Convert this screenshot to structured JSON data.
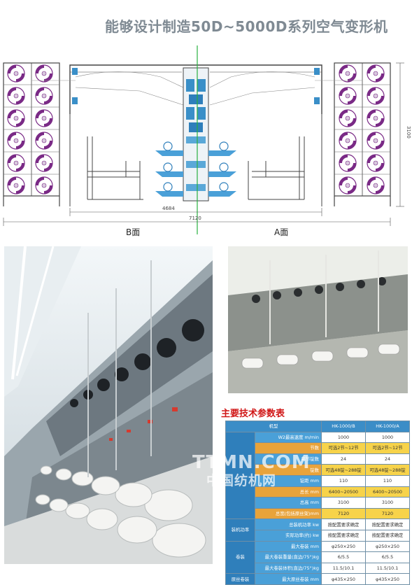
{
  "title": "能够设计制造50D~5000D系列空气变形机",
  "diagram": {
    "side_b_label": "B面",
    "side_a_label": "A面",
    "dim_inner": "4684",
    "dim_total": "7120",
    "dim_height": "3100"
  },
  "spec": {
    "title": "主要技术参数表",
    "header": [
      "机型",
      "HK-1000/B",
      "HK-1000/A"
    ],
    "rows": [
      {
        "group": "",
        "label": "W2最高速度 m/min",
        "b": "1000",
        "a": "1000",
        "hl": false
      },
      {
        "group": "",
        "label": "节数",
        "b": "可选2节~12节",
        "a": "可选2节~12节",
        "hl": true
      },
      {
        "group": "",
        "label": "每节锭数",
        "b": "24",
        "a": "24",
        "hl": false
      },
      {
        "group": "",
        "label": "锭数",
        "b": "可选48锭~288锭",
        "a": "可选48锭~288锭",
        "hl": true
      },
      {
        "group": "",
        "label": "锭距 mm",
        "b": "110",
        "a": "110",
        "hl": false
      },
      {
        "group": "",
        "label": "总长 mm",
        "b": "6400~20500",
        "a": "6400~20500",
        "hl": true
      },
      {
        "group": "",
        "label": "总高 mm",
        "b": "3100",
        "a": "3100",
        "hl": false
      },
      {
        "group": "",
        "label": "总宽(包括原丝架)mm",
        "b": "7120",
        "a": "7120",
        "hl": true
      },
      {
        "group": "装机功率",
        "label": "总装机功率 kw",
        "b": "按配置要求确定",
        "a": "按配置要求确定",
        "hl": false
      },
      {
        "group": "",
        "label": "实际功率(约) kw",
        "b": "按配置要求确定",
        "a": "按配置要求确定",
        "hl": false
      },
      {
        "group": "卷装",
        "label": "最大卷装 mm",
        "b": "φ250×250",
        "a": "φ250×250",
        "hl": false
      },
      {
        "group": "",
        "label": "最大卷装重量(直边/75°)kg",
        "b": "6/5.5",
        "a": "6/5.5",
        "hl": false
      },
      {
        "group": "",
        "label": "最大卷装体积(直边/75°)kg",
        "b": "11.5/10.1",
        "a": "11.5/10.1",
        "hl": false
      },
      {
        "group": "原丝卷装",
        "label": "最大原丝卷装 mm",
        "b": "φ435×250",
        "a": "φ435×250",
        "hl": false
      }
    ]
  },
  "watermark": {
    "line1": "TTMN.COM",
    "line2": "中国纺机网"
  },
  "colors": {
    "title": "#7f8a93",
    "spec_title": "#d01616",
    "table_blue": "#3b8dc7",
    "table_orange": "#e8a33a",
    "table_yellow": "#f7d34a",
    "bobbin_purple": "#7a2a86"
  }
}
